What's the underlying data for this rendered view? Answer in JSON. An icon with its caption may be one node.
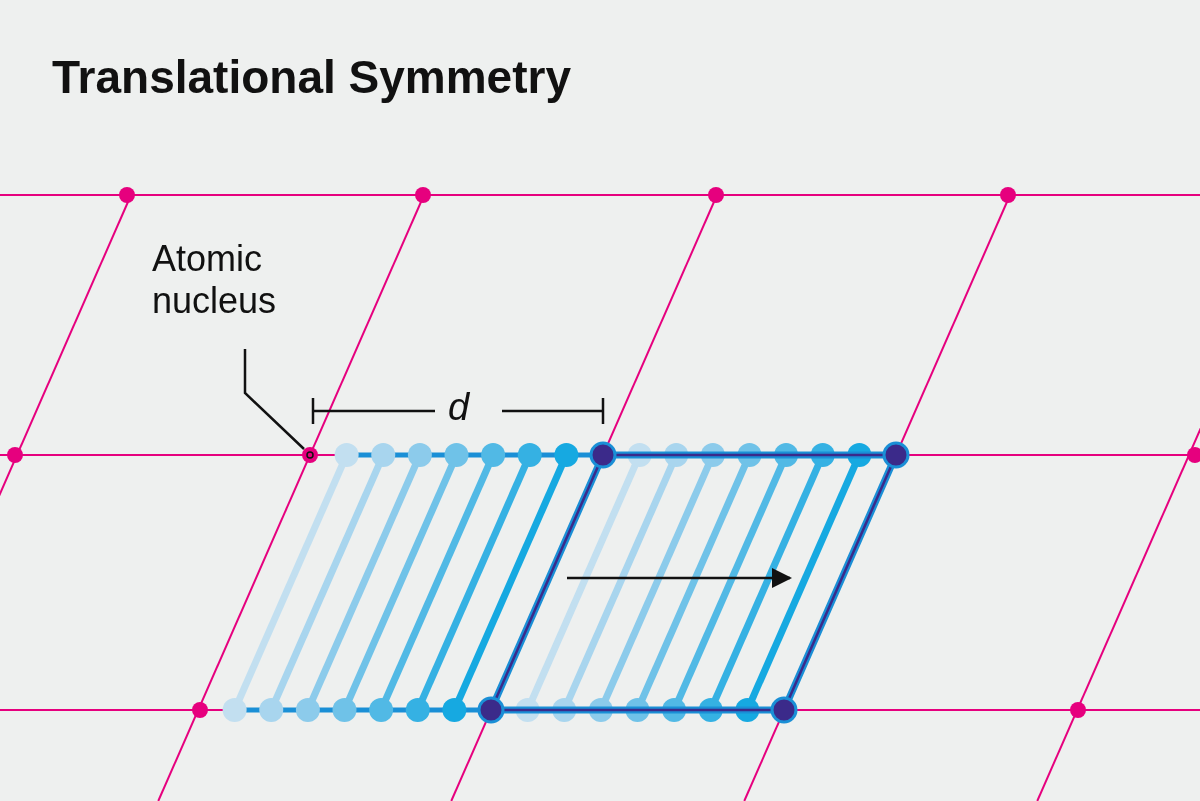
{
  "diagram": {
    "title": "Translational Symmetry",
    "nodes": [
      {
        "text": [
          "Atomic nucleus"
        ]
      },
      {
        "text": [],
        "shape": "circle"
      }
    ],
    "edges": [
      {
        "from": 0,
        "to": 1,
        "arrow": "none"
      }
    ],
    "labels": [
      "d"
    ]
  }
}
